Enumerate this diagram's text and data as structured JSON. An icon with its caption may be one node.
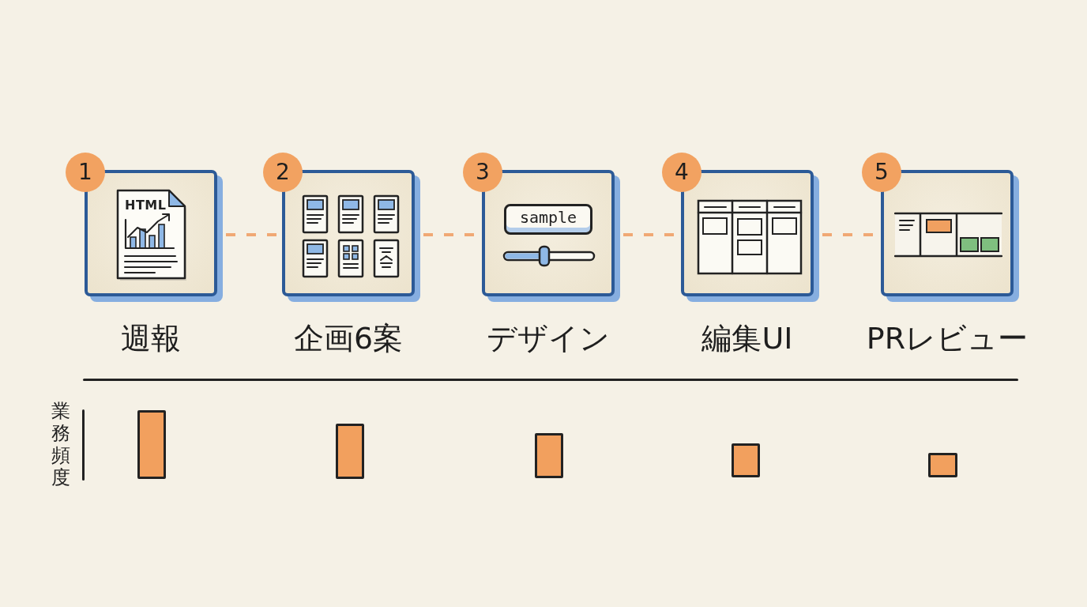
{
  "diagram": {
    "nodes": [
      {
        "text": [
          "週報"
        ],
        "beside": [
          "1"
        ]
      },
      {
        "text": [
          "企画6案"
        ],
        "beside": [
          "2"
        ]
      },
      {
        "text": [
          "デザイン"
        ],
        "beside": [
          "3"
        ]
      },
      {
        "text": [
          "編集UI"
        ],
        "beside": [
          "4"
        ]
      },
      {
        "text": [
          "PRレビュー"
        ],
        "beside": [
          "5"
        ]
      },
      {
        "text": [],
        "shape": "bar"
      },
      {
        "text": [],
        "shape": "bar"
      },
      {
        "text": [],
        "shape": "bar"
      },
      {
        "text": [],
        "shape": "bar"
      },
      {
        "text": [],
        "shape": "bar"
      }
    ],
    "edges": [
      {
        "from": 0,
        "to": 1,
        "arrow": "none",
        "style": "dashed"
      },
      {
        "from": 1,
        "to": 2,
        "arrow": "none",
        "style": "dashed"
      },
      {
        "from": 2,
        "to": 3,
        "arrow": "none",
        "style": "dashed"
      },
      {
        "from": 3,
        "to": 4,
        "arrow": "none",
        "style": "dashed"
      }
    ],
    "labels": [
      "HTML",
      "sample",
      "業務頻度"
    ]
  }
}
